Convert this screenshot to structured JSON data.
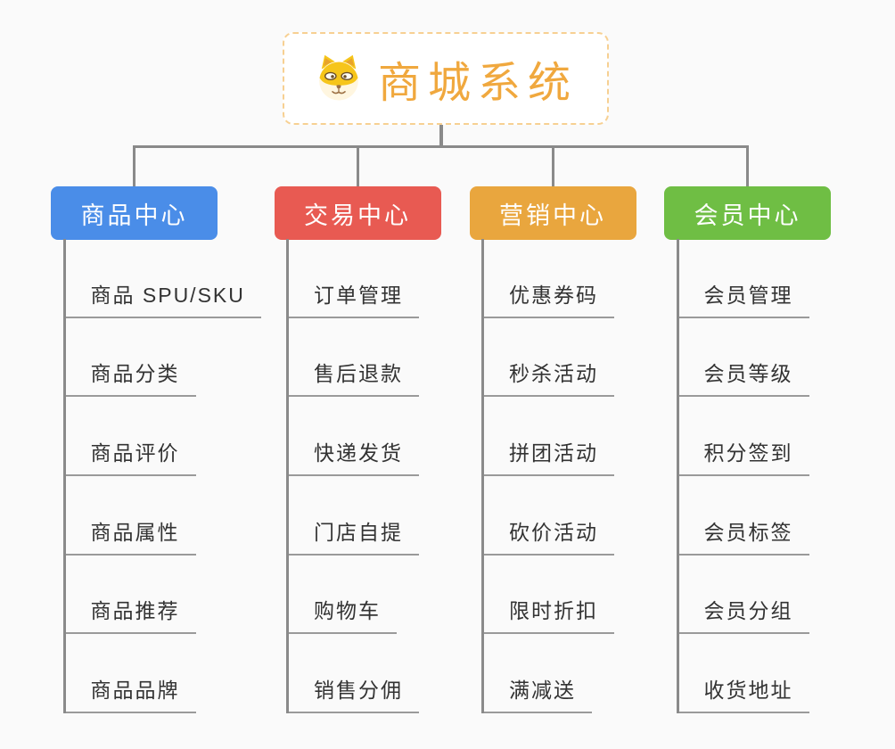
{
  "root": {
    "title": "商城系统",
    "icon": "dog-face-icon"
  },
  "branches": [
    {
      "label": "商品中心",
      "color": "#4a8de8",
      "children": [
        "商品 SPU/SKU",
        "商品分类",
        "商品评价",
        "商品属性",
        "商品推荐",
        "商品品牌"
      ]
    },
    {
      "label": "交易中心",
      "color": "#e85a52",
      "children": [
        "订单管理",
        "售后退款",
        "快递发货",
        "门店自提",
        "购物车",
        "销售分佣"
      ]
    },
    {
      "label": "营销中心",
      "color": "#e9a63e",
      "children": [
        "优惠券码",
        "秒杀活动",
        "拼团活动",
        "砍价活动",
        "限时折扣",
        "满减送"
      ]
    },
    {
      "label": "会员中心",
      "color": "#6fbe44",
      "children": [
        "会员管理",
        "会员等级",
        "积分签到",
        "会员标签",
        "会员分组",
        "收货地址"
      ]
    }
  ],
  "palette": {
    "background": "#fafafa",
    "root_text": "#f0a83e",
    "root_border": "#f7d092",
    "connector_line": "#8a8a8a",
    "child_underline": "#9a9a9a",
    "child_text": "#333333",
    "branch_text": "#ffffff"
  }
}
